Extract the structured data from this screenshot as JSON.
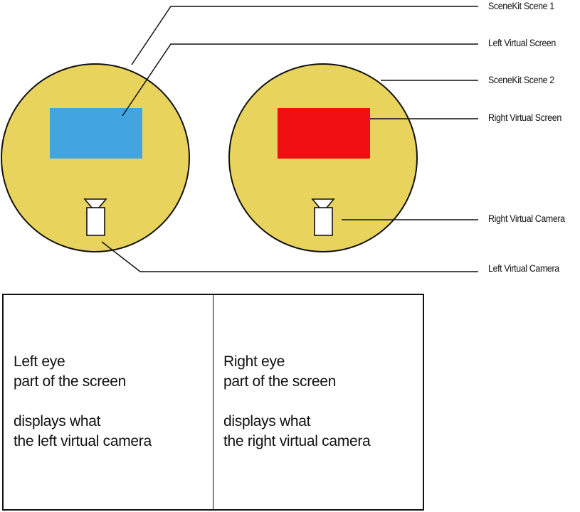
{
  "colors": {
    "scene_fill": "#e8d35c",
    "left_screen": "#42a5e0",
    "right_screen": "#ef0e12",
    "stroke": "#111111",
    "camera_fill": "#ffffff"
  },
  "labels": {
    "scene1": "SceneKit Scene 1",
    "left_virtual_screen": "Left Virtual Screen",
    "scene2": "SceneKit Scene 2",
    "right_virtual_screen": "Right Virtual Screen",
    "right_virtual_camera": "Right Virtual Camera",
    "left_virtual_camera": "Left Virtual Camera"
  },
  "panels": {
    "left": {
      "line1": "Left eye",
      "line2": "part of the screen",
      "line3": "displays what",
      "line4": "the left virtual camera"
    },
    "right": {
      "line1": "Right eye",
      "line2": "part of the screen",
      "line3": "displays what",
      "line4": "the right virtual camera"
    }
  }
}
